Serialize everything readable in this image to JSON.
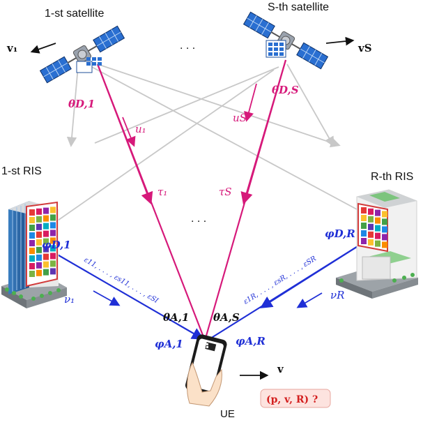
{
  "satellites": {
    "first": {
      "label": "1-st satellite",
      "velocity": "v₁"
    },
    "last": {
      "label": "S-th satellite",
      "velocity": "vS"
    },
    "ellipsis": "· · ·"
  },
  "ris": {
    "first": {
      "label": "1-st RIS"
    },
    "last": {
      "label": "R-th RIS"
    }
  },
  "links": {
    "sat1": {
      "theta_d": "θD,1",
      "u": "u₁",
      "tau": "τ₁"
    },
    "satS": {
      "theta_d": "θD,S",
      "u": "uS",
      "tau": "τS"
    },
    "middle_ellipsis": "· · ·",
    "ris1": {
      "phi_d": "φD,1",
      "nu": "ν₁",
      "eps": "ε11, . . . , εs11, . . . , εSI"
    },
    "risR": {
      "phi_d": "φD,R",
      "nu": "νR",
      "eps": "ε1R, . . . , εsR, . . . , εSR"
    }
  },
  "ue": {
    "label": "UE",
    "velocity": "v",
    "theta_a1": "θA,1",
    "theta_aS": "θA,S",
    "phi_a1": "φA,1",
    "phi_aR": "φA,R",
    "unknown_box": "(p, v, R) ?"
  },
  "colors": {
    "sat_link": "#d6197a",
    "ris_link": "#1f2fd6",
    "gray_link": "#c8c8c8",
    "unknown_box_bg": "#fde3df",
    "unknown_box_text": "#d31f1f"
  },
  "icons": [
    "satellite-icon",
    "building-icon",
    "ris-panel-icon",
    "smartphone-icon",
    "arrow-icon"
  ]
}
